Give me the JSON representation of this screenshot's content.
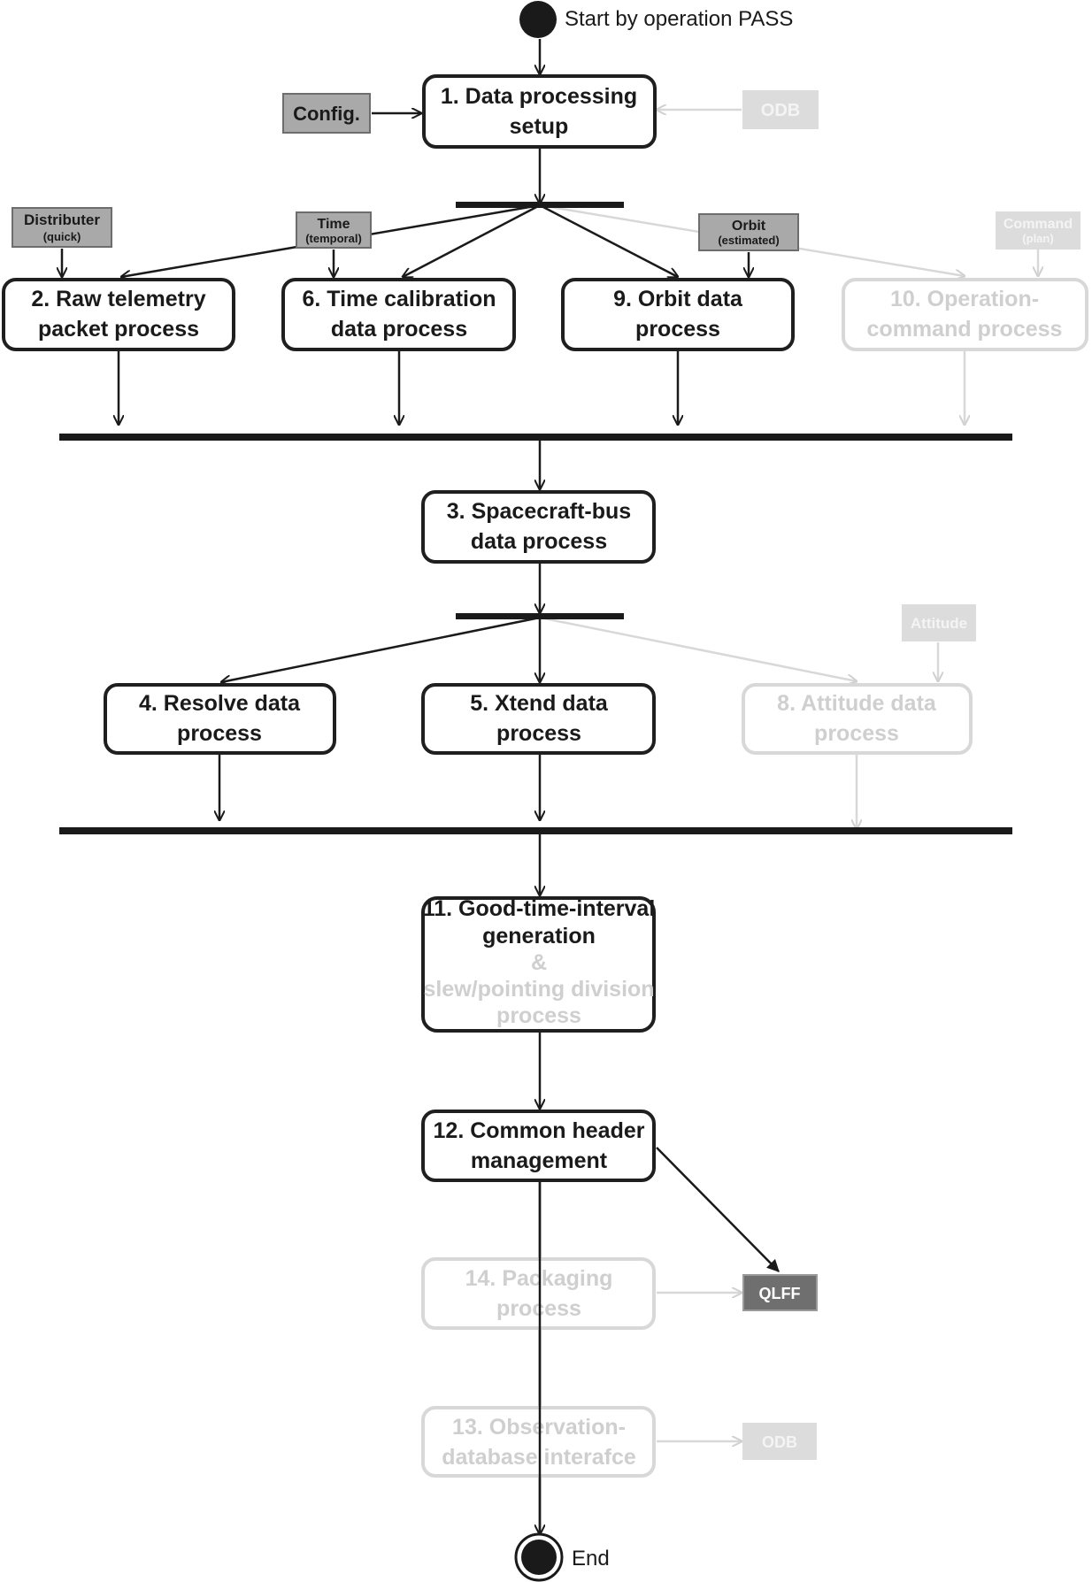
{
  "start": {
    "label": "Start by operation PASS"
  },
  "end": {
    "label": "End"
  },
  "inputs": {
    "config": "Config.",
    "odb_top": "ODB",
    "distributer": {
      "line1": "Distributer",
      "line2": "(quick)"
    },
    "time": {
      "line1": "Time",
      "line2": "(temporal)"
    },
    "orbit": {
      "line1": "Orbit",
      "line2": "(estimated)"
    },
    "command": {
      "line1": "Command",
      "line2": "(plan)"
    },
    "attitude": "Attitude"
  },
  "outputs": {
    "qlff": "QLFF",
    "odb_bottom": "ODB"
  },
  "processes": {
    "p1": {
      "line1": "1. Data processing",
      "line2": "setup"
    },
    "p2": {
      "line1": "2. Raw telemetry",
      "line2": "packet process"
    },
    "p6": {
      "line1": "6. Time calibration",
      "line2": "data process"
    },
    "p9": {
      "line1": "9. Orbit data",
      "line2": "process"
    },
    "p10": {
      "line1": "10. Operation-",
      "line2": "command process"
    },
    "p3": {
      "line1": "3. Spacecraft-bus",
      "line2": "data process"
    },
    "p4": {
      "line1": "4. Resolve data",
      "line2": "process"
    },
    "p5": {
      "line1": "5. Xtend data",
      "line2": "process"
    },
    "p8": {
      "line1": "8. Attitude data",
      "line2": "process"
    },
    "p11": {
      "line1": "11. Good-time-interval",
      "line2": "generation",
      "line3": "&",
      "line4": "slew/pointing division",
      "line5": "process"
    },
    "p12": {
      "line1": "12. Common header",
      "line2": "management"
    },
    "p14": {
      "line1": "14. Packaging",
      "line2": "process"
    },
    "p13": {
      "line1": "13. Observation-",
      "line2": "database interafce"
    }
  }
}
